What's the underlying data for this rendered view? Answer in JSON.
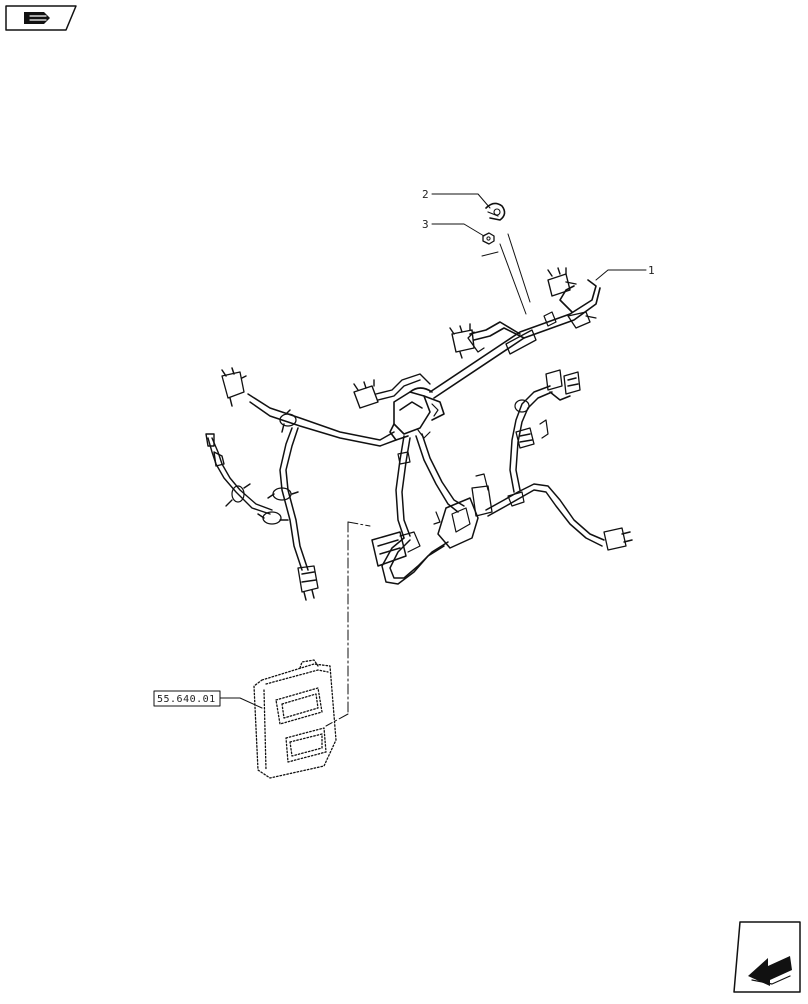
{
  "callouts": {
    "part_1": "1",
    "part_2": "2",
    "part_3": "3"
  },
  "reference": {
    "label": "55.640.01"
  },
  "icons": {
    "top_left": "book-navigation-icon",
    "bottom_right": "next-page-arrow-icon"
  },
  "colors": {
    "line": "#111111",
    "background": "#ffffff"
  }
}
